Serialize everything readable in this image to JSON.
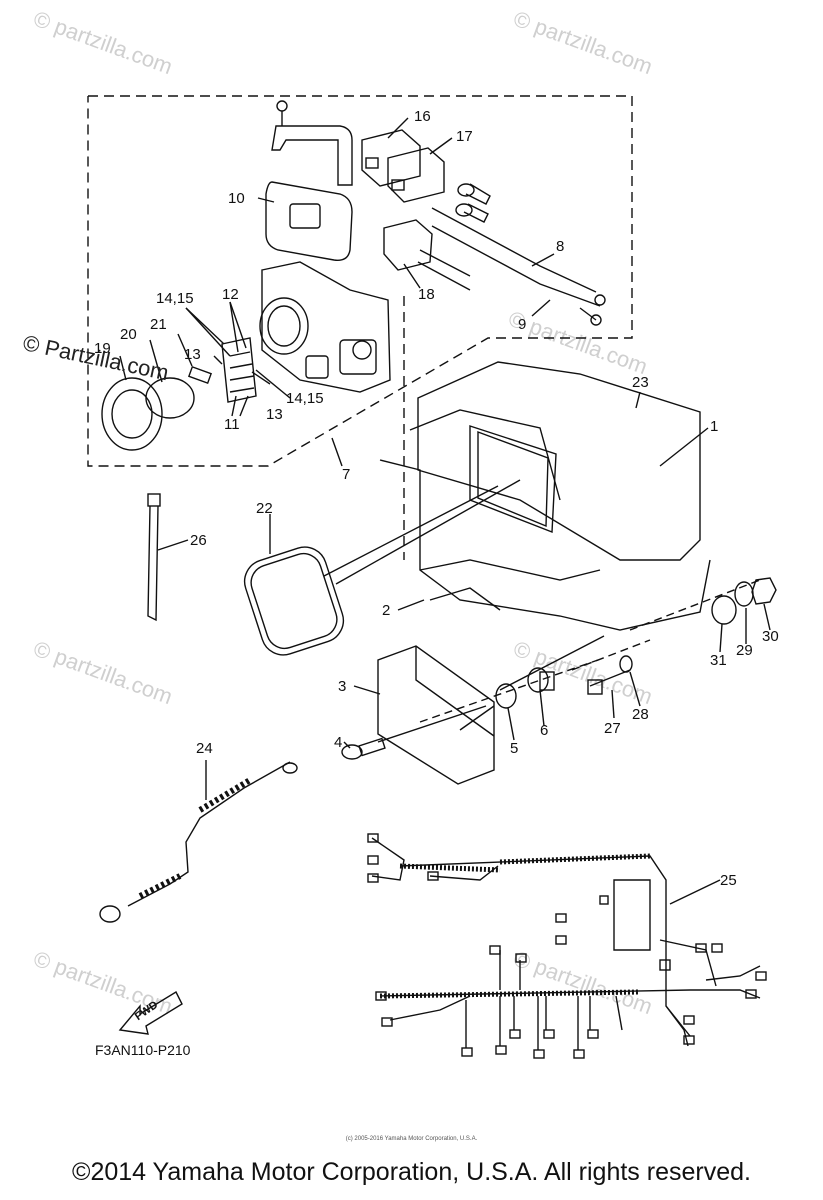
{
  "watermark": "© partzilla.com",
  "side_watermark": "© Partzilla.com",
  "callouts": [
    "1",
    "2",
    "3",
    "4",
    "5",
    "6",
    "7",
    "8",
    "9",
    "10",
    "11",
    "11",
    "12",
    "13",
    "13",
    "14,15",
    "14,15",
    "16",
    "17",
    "18",
    "19",
    "20",
    "21",
    "22",
    "23",
    "24",
    "25",
    "26",
    "27",
    "28",
    "29",
    "30",
    "31"
  ],
  "ref_code": "F3AN110-P210",
  "fwd_label": "FWD",
  "small_credit": "(c) 2005-2016 Yamaha Motor Corporation, U.S.A.",
  "copyright": "©2014 Yamaha Motor Corporation, U.S.A. All rights reserved."
}
